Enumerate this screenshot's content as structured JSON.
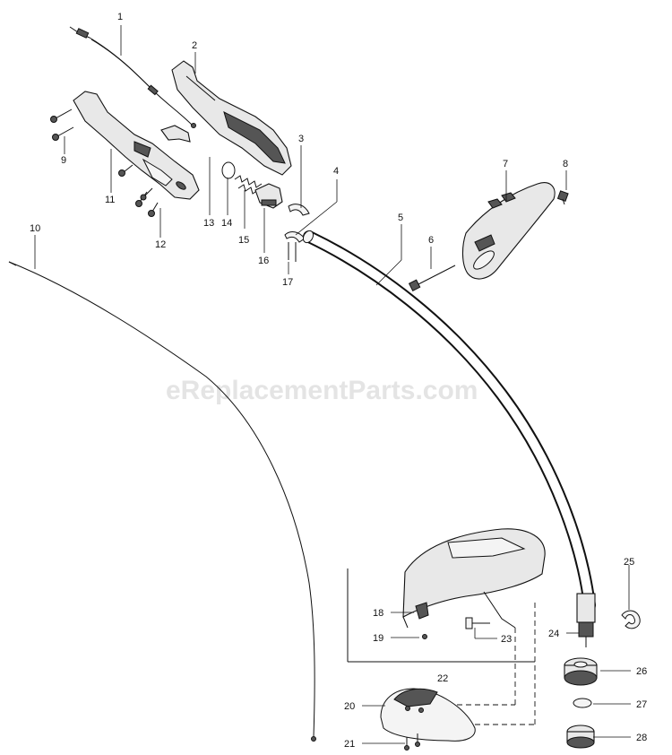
{
  "watermark": "eReplacementParts.com",
  "callouts": {
    "c1": "1",
    "c2": "2",
    "c3": "3",
    "c4": "4",
    "c5": "5",
    "c6": "6",
    "c7": "7",
    "c8": "8",
    "c9": "9",
    "c10": "10",
    "c11": "11",
    "c12": "12",
    "c13": "13",
    "c14": "14",
    "c15": "15",
    "c16": "16",
    "c17": "17",
    "c18": "18",
    "c19": "19",
    "c20": "20",
    "c21": "21",
    "c22": "22",
    "c23": "23",
    "c24": "24",
    "c25": "25",
    "c26": "26",
    "c27": "27",
    "c28": "28"
  }
}
